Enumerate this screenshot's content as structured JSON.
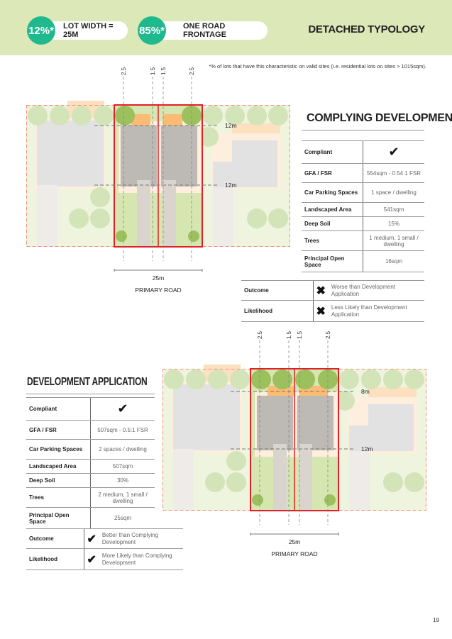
{
  "header": {
    "stat1": {
      "percent": "12%*",
      "label": "LOT WIDTH = 25M"
    },
    "stat2": {
      "percent": "85%*",
      "label": "ONE ROAD FRONTAGE"
    },
    "title": "DETACHED TYPOLOGY",
    "footnote": "*% of lots that have this characteristic on valid sites (i.e. residential lots on sites > 1015sqm)."
  },
  "complying": {
    "title": "COMPLYING DEVELOPMENT",
    "plan": {
      "setbacks": [
        "2.5m",
        "1.5m",
        "1.5m",
        "2.5m"
      ],
      "front": "12m",
      "rear": "12m",
      "width": "25m",
      "road": "PRIMARY ROAD"
    },
    "rows": [
      {
        "k": "Compliant",
        "v": "✔"
      },
      {
        "k": "GFA / FSR",
        "v": "554sqm - 0.54:1 FSR"
      },
      {
        "k": "Car Parking Spaces",
        "v": "1 space / dwelling"
      },
      {
        "k": "Landscaped Area",
        "v": "541sqm"
      },
      {
        "k": "Deep Soil",
        "v": "15%"
      },
      {
        "k": "Trees",
        "v": "1 medium, 1 small / dwelling"
      },
      {
        "k": "Principal Open Space",
        "v": "16sqm"
      }
    ],
    "outcome": [
      {
        "k": "Outcome",
        "icon": "✖",
        "v": "Worse than Development Application"
      },
      {
        "k": "Likelihood",
        "icon": "✖",
        "v": "Less Likely than Development Application"
      }
    ]
  },
  "da": {
    "title": "DEVELOPMENT APPLICATION",
    "plan": {
      "setbacks": [
        "2.5m",
        "1.5m",
        "1.5m",
        "2.5m"
      ],
      "front": "8m",
      "rear": "12m",
      "width": "25m",
      "road": "PRIMARY ROAD"
    },
    "rows": [
      {
        "k": "Compliant",
        "v": "✔"
      },
      {
        "k": "GFA / FSR",
        "v": "507sqm - 0.5:1 FSR"
      },
      {
        "k": "Car Parking Spaces",
        "v": "2 spaces / dwelling"
      },
      {
        "k": "Landscaped Area",
        "v": "507sqm"
      },
      {
        "k": "Deep Soil",
        "v": "30%"
      },
      {
        "k": "Trees",
        "v": "2 medium, 1 small / dwelling"
      },
      {
        "k": "Principal Open Space",
        "v": "25sqm"
      }
    ],
    "outcome": [
      {
        "k": "Outcome",
        "icon": "✔",
        "v": "Better than Complying Development"
      },
      {
        "k": "Likelihood",
        "icon": "✔",
        "v": "More Likely than Complying Development"
      }
    ]
  },
  "page_number": "19",
  "colors": {
    "banner": "#dce8b8",
    "accent": "#20b98e",
    "lot": "#e41e26"
  }
}
